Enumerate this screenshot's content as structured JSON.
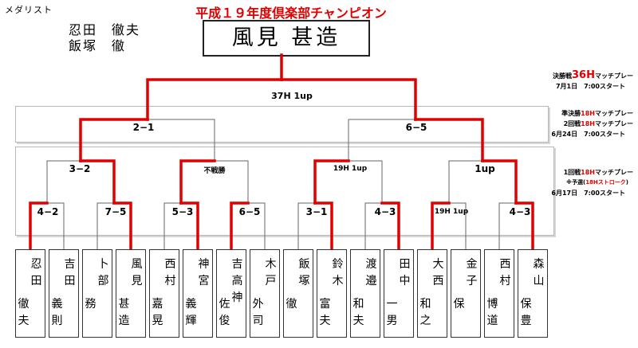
{
  "medalist": {
    "label": "メダリスト",
    "names": [
      "忍田　徹夫",
      "飯塚　徹"
    ]
  },
  "tournament": {
    "title": "平成１９年度倶楽部チャンピオン",
    "champion": "風見 甚造"
  },
  "colors": {
    "winner_line": "#e00000",
    "loser_line": "#666666",
    "accent": "#e00000"
  },
  "rounds": {
    "final": {
      "pre": "決勝戦",
      "hl": "36H",
      "post": "マッチプレー",
      "date": "7月1日　7:00スタート"
    },
    "semi": {
      "pre1": "準決勝",
      "hl1": "18H",
      "post1": "マッチプレー",
      "pre2": "2回戦",
      "hl2": "18H",
      "post2": "マッチプレー",
      "date": "6月24日　7:00スタート"
    },
    "first": {
      "pre": "1回戦",
      "hl": "18H",
      "post": "マッチプレー",
      "qual_pre": "※予選(",
      "qual_hl": "18Hストローク",
      "qual_post": ")",
      "date": "6月17日　7:00スタート"
    }
  },
  "scores": {
    "final": "37H 1up",
    "semi": [
      "2−1",
      "6−5"
    ],
    "qf": [
      "3−2",
      "不戦勝",
      "19H 1up",
      "1up"
    ],
    "r1": [
      "4−2",
      "7−5",
      "5−3",
      "6−5",
      "3−1",
      "4−3",
      "19H 1up",
      "4−3"
    ]
  },
  "players": [
    {
      "surname": "忍田",
      "given": "徹夫"
    },
    {
      "surname": "吉田",
      "given": "義則"
    },
    {
      "surname": "卜部",
      "given": "務"
    },
    {
      "surname": "風見",
      "given": "甚造"
    },
    {
      "surname": "西村",
      "given": "嘉晃"
    },
    {
      "surname": "神宮",
      "given": "義輝"
    },
    {
      "surname": "吉高神",
      "given": "佐俊"
    },
    {
      "surname": "木戸",
      "given": "外司"
    },
    {
      "surname": "飯塚",
      "given": "徹"
    },
    {
      "surname": "鈴木",
      "given": "富夫"
    },
    {
      "surname": "渡邉",
      "given": "和夫"
    },
    {
      "surname": "田中",
      "given": "一男"
    },
    {
      "surname": "大西",
      "given": "和之"
    },
    {
      "surname": "金子",
      "given": "保"
    },
    {
      "surname": "西村",
      "given": "博道"
    },
    {
      "surname": "森山",
      "given": "保豊"
    }
  ]
}
